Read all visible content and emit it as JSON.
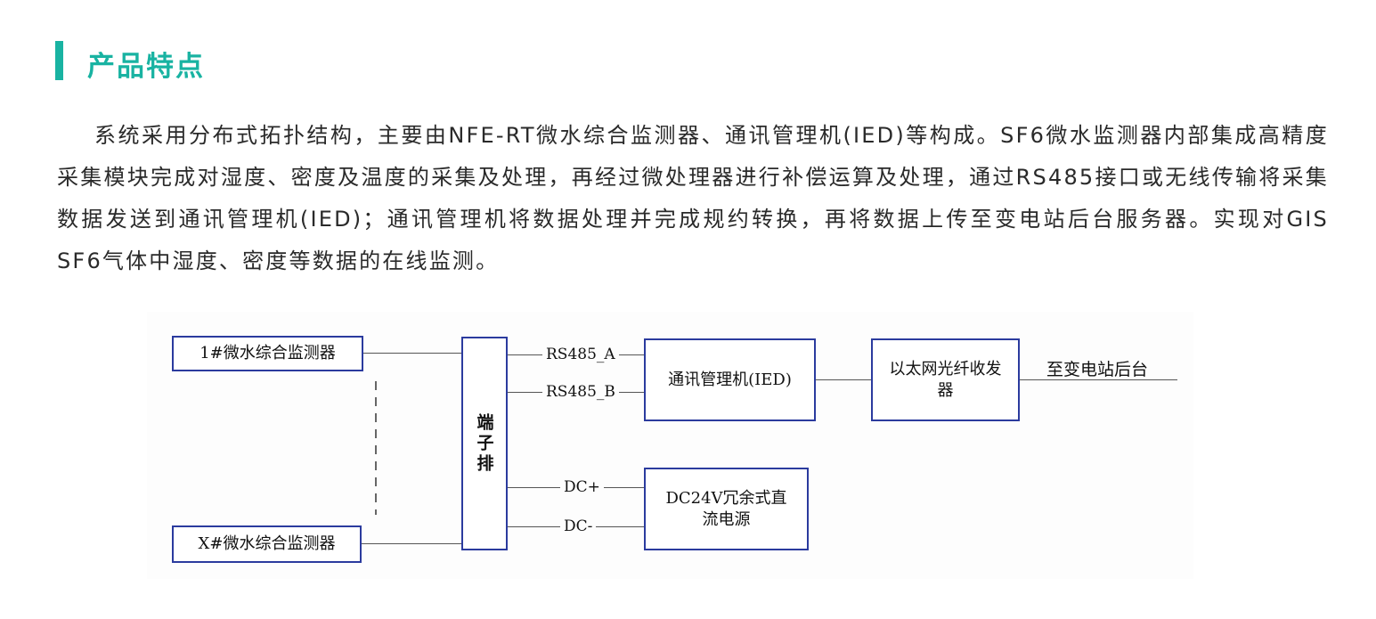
{
  "header": {
    "title": "产品特点"
  },
  "intro": {
    "text": "系统采用分布式拓扑结构，主要由NFE-RT微水综合监测器、通讯管理机(IED)等构成。SF6微水监测器内部集成高精度采集模块完成对湿度、密度及温度的采集及处理，再经过微处理器进行补偿运算及处理，通过RS485接口或无线传输将采集数据发送到通讯管理机(IED)；通讯管理机将数据处理并完成规约转换，再将数据上传至变电站后台服务器。实现对GIS SF6气体中湿度、密度等数据的在线监测。"
  },
  "diagram": {
    "monitor1": "1#微水综合监测器",
    "monitorX": "X#微水综合监测器",
    "terminal": "端子排",
    "rs485a": "RS485_A",
    "rs485b": "RS485_B",
    "dcplus": "DC+",
    "dcminus": "DC-",
    "ied": "通讯管理机(IED)",
    "transceiver": "以太网光纤收发器",
    "power": "DC24V冗余式直流电源",
    "backend": "至变电站后台"
  },
  "colors": {
    "accent": "#19b3a2",
    "box_border": "#2b3b9e"
  }
}
